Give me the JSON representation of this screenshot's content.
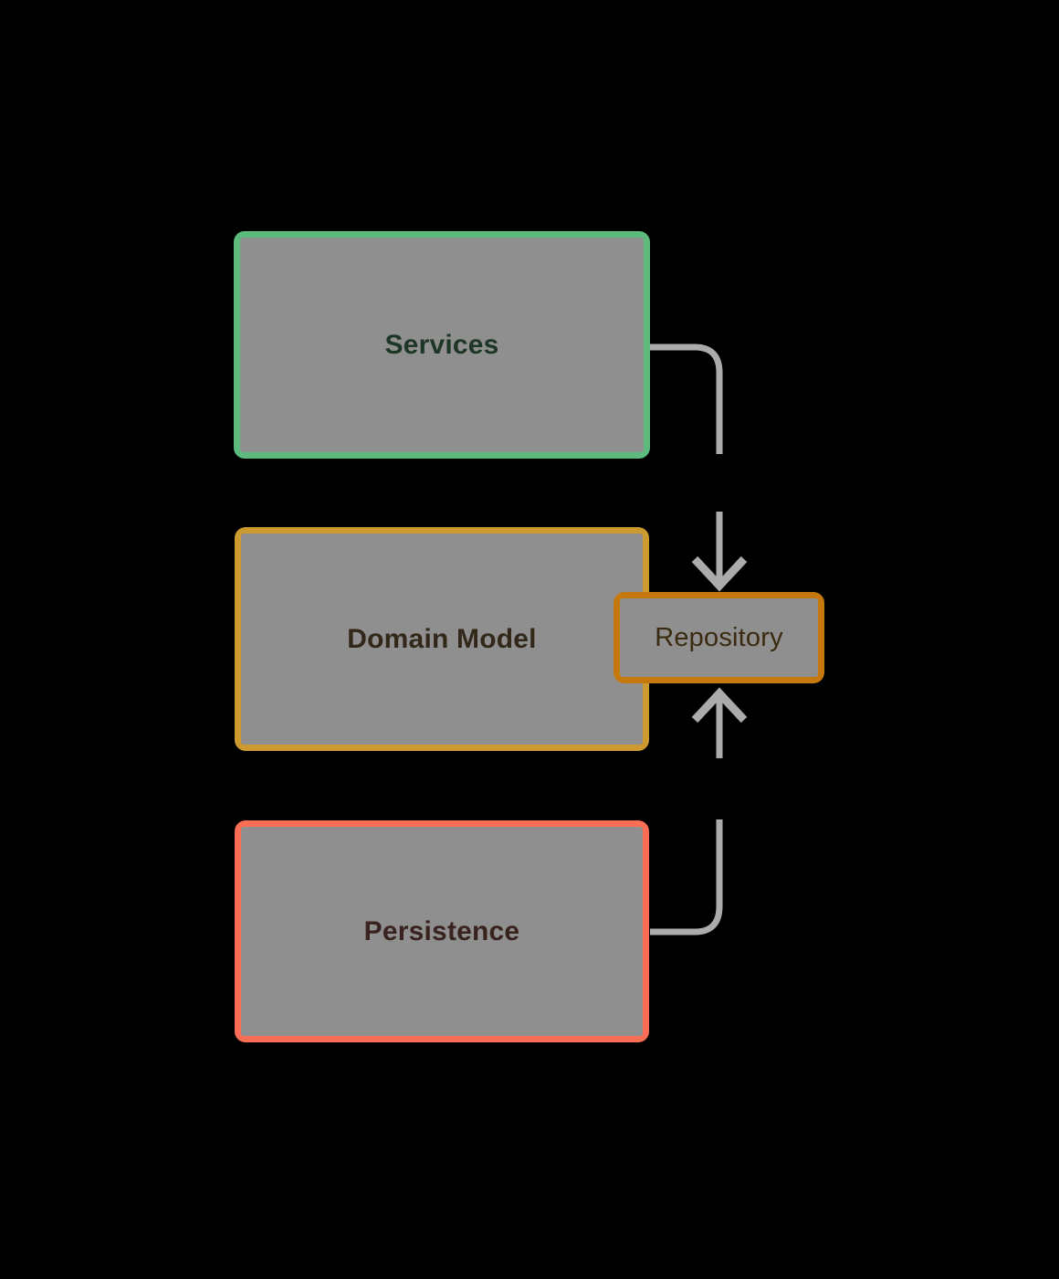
{
  "diagram": {
    "nodes": [
      {
        "id": "services",
        "label": "Services"
      },
      {
        "id": "domain-model",
        "label": "Domain Model"
      },
      {
        "id": "repository",
        "label": "Repository"
      },
      {
        "id": "persistence",
        "label": "Persistence"
      }
    ],
    "edges": [
      {
        "from": "services",
        "to": "repository",
        "arrow": "into-top-of-repository"
      },
      {
        "from": "persistence",
        "to": "repository",
        "arrow": "into-bottom-of-repository"
      }
    ],
    "palette": {
      "background": "#000000",
      "services_fill": "#abf0c4",
      "services_border": "#5cba7d",
      "domain_fill": "#f8d69f",
      "domain_border": "#cc9a2e",
      "repository_fill": "#ffa728",
      "repository_border": "#c5790d",
      "persistence_fill": "#fdcac0",
      "persistence_border": "#f96e55",
      "connector": "#ababab",
      "node_backing": "#8f8f8f"
    }
  }
}
